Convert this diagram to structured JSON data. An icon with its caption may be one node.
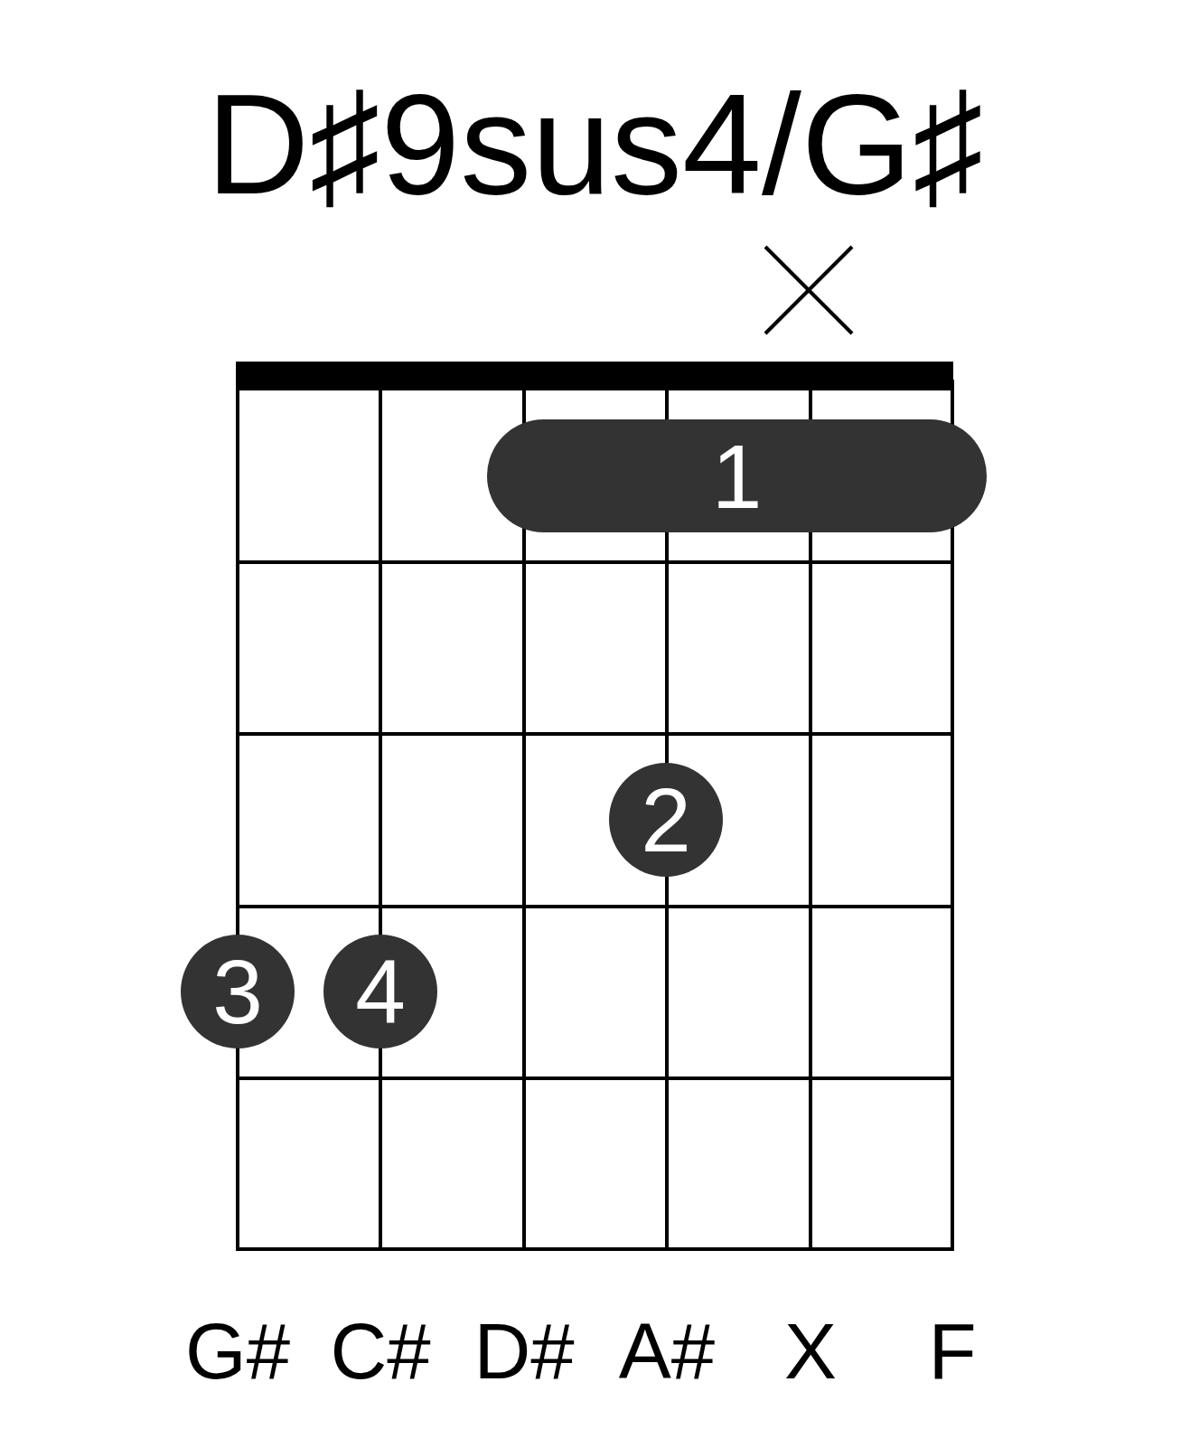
{
  "diagram": {
    "title": "D♯9sus4/G♯",
    "nodes": [
      {
        "text": [
          "1"
        ]
      },
      {
        "text": [
          "2"
        ]
      },
      {
        "text": [
          "3"
        ]
      },
      {
        "text": [
          "4"
        ]
      }
    ],
    "labels": [
      "G#",
      "C#",
      "D#",
      "A#",
      "X",
      "F"
    ]
  }
}
